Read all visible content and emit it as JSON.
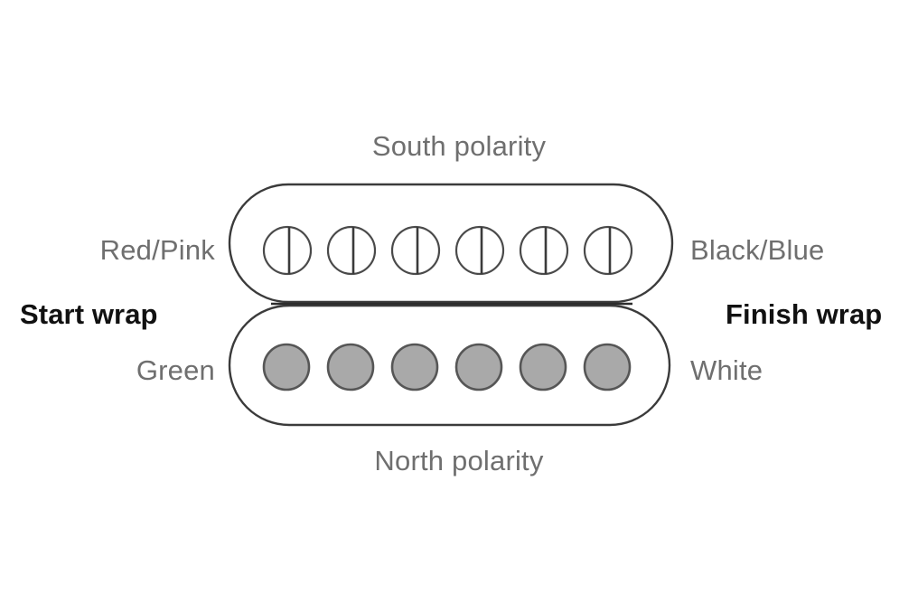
{
  "diagram": {
    "title_labels": {
      "top_polarity": "South polarity",
      "bottom_polarity": "North polarity"
    },
    "wrap_labels": {
      "start": "Start wrap",
      "finish": "Finish wrap"
    },
    "coils": [
      {
        "id": "top-coil",
        "polarity": "South polarity",
        "pole_piece_style": "slotted-screw",
        "pole_piece_count": 6,
        "lead_left": "Red/Pink",
        "lead_right": "Black/Blue"
      },
      {
        "id": "bottom-coil",
        "polarity": "North polarity",
        "pole_piece_style": "solid-slug",
        "pole_piece_count": 6,
        "lead_left": "Green",
        "lead_right": "White"
      }
    ],
    "colors": {
      "outline": "#3b3b3b",
      "slug_fill": "#a9a9a9",
      "slug_stroke": "#565656",
      "label_gray": "#6f6f6f",
      "label_black": "#111111",
      "background": "#ffffff"
    }
  }
}
